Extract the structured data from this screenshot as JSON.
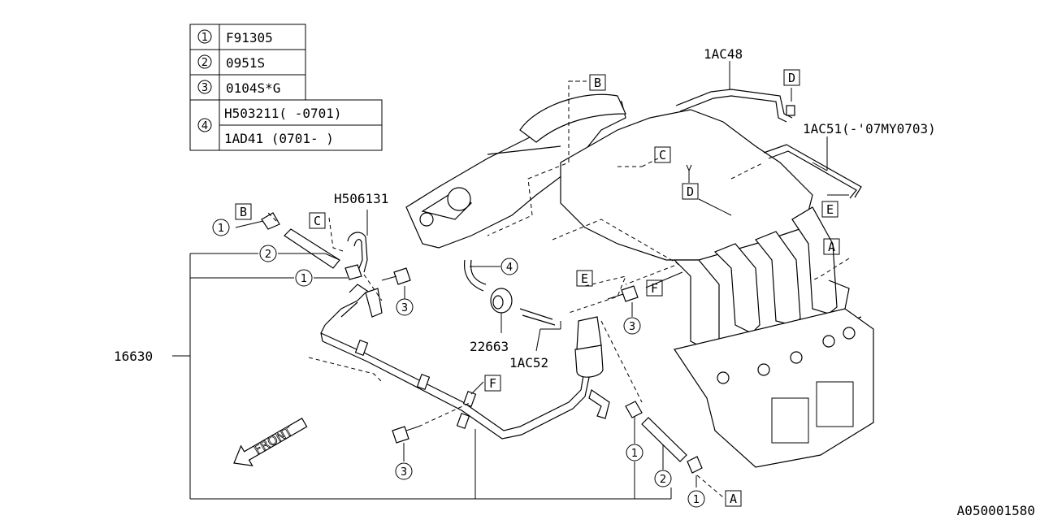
{
  "legend": {
    "rows": [
      {
        "num": "1",
        "part": "F91305"
      },
      {
        "num": "2",
        "part": "0951S"
      },
      {
        "num": "3",
        "part": "0104S*G"
      },
      {
        "num": "4",
        "part": "H503211( -0701)",
        "part2": "1AD41  (0701- )"
      }
    ]
  },
  "labels": {
    "p1AC48": "1AC48",
    "p1AC51": "1AC51(-'07MY0703)",
    "pH506131": "H506131",
    "p16630": "16630",
    "p22663": "22663",
    "p1AC52": "1AC52"
  },
  "letters": {
    "A": "A",
    "B": "B",
    "C": "C",
    "D": "D",
    "E": "E",
    "F": "F"
  },
  "circles": {
    "one": "1",
    "two": "2",
    "three": "3",
    "four": "4"
  },
  "front": "FRONT",
  "diagram_id": "A050001580"
}
